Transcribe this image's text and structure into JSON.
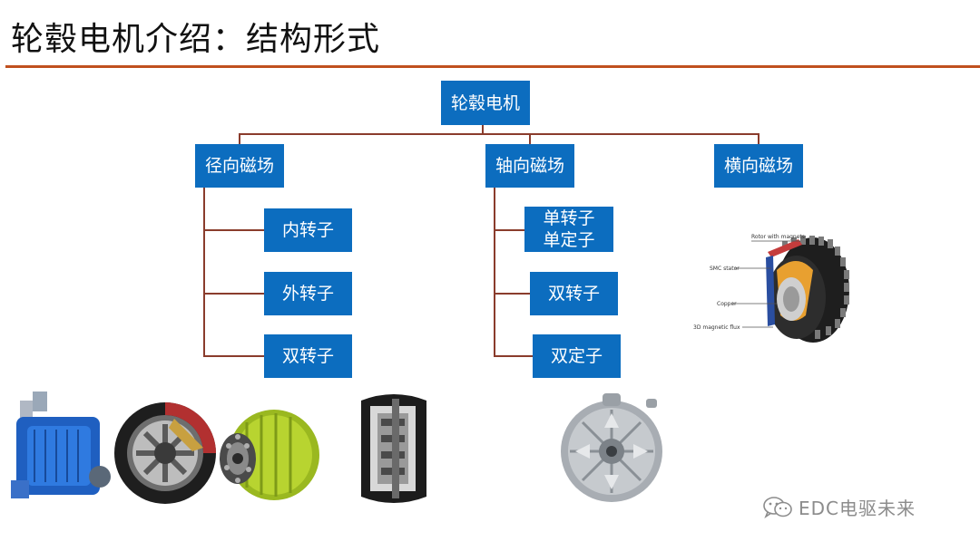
{
  "title": "轮毂电机介绍：结构形式",
  "diagram": {
    "root": "轮毂电机",
    "branches": [
      {
        "label": "径向磁场",
        "children": [
          "内转子",
          "外转子",
          "双转子"
        ]
      },
      {
        "label": "轴向磁场",
        "children": [
          "单转子单定子",
          "双转子",
          "双定子"
        ]
      },
      {
        "label": "横向磁场",
        "children": []
      }
    ]
  },
  "transverse_image": {
    "labels": [
      "Rotor with magnets",
      "SMC stator",
      "Copper",
      "3D magnetic flux"
    ]
  },
  "watermark": {
    "text": "EDC电驱未来",
    "icon": "wechat-icon"
  },
  "colors": {
    "box": "#0c6dbf",
    "connector": "#8a3c2c",
    "title_rule": "#c0501f"
  }
}
